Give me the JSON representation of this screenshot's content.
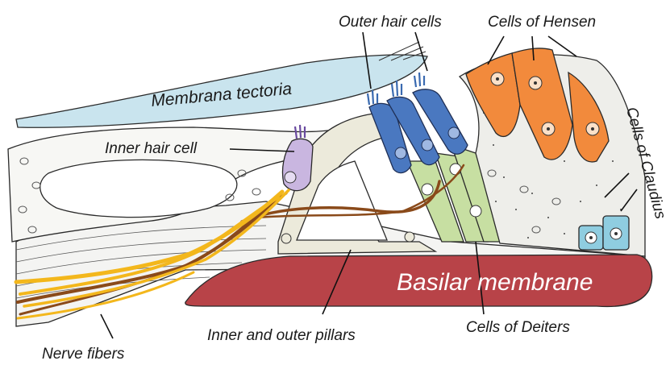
{
  "labels": {
    "outer_hair_cells": "Outer hair cells",
    "cells_of_hensen": "Cells of Hensen",
    "membrana_tectoria": "Membrana tectoria",
    "inner_hair_cell": "Inner hair cell",
    "cells_of_claudius": "Cells of Claudius",
    "basilar_membrane": "Basilar  membrane",
    "nerve_fibers": "Nerve fibers",
    "inner_and_outer_pillars": "Inner and outer pillars",
    "cells_of_deiters": "Cells of Deiters"
  },
  "colors": {
    "tectoria": "#c9e4ee",
    "basilar": "#b84348",
    "hensen": "#f28a3c",
    "outer_hair": "#4a78c0",
    "deiters": "#c7dfa2",
    "inner_hair": "#c9b6e0",
    "pillars": "#eceadb",
    "claudius": "#8fcde0",
    "nerve_gold": "#f3b71c",
    "nerve_brown": "#8a4a1a"
  }
}
